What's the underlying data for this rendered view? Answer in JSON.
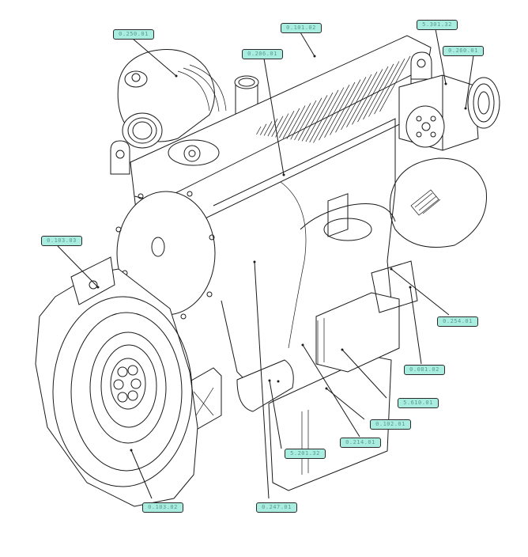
{
  "diagram": {
    "subject": "engine-assembly-exploded-callouts",
    "label_color": "#a9ece0",
    "callouts": [
      {
        "id": "c1",
        "text": "0.250.01",
        "part": "turbocharger"
      },
      {
        "id": "c2",
        "text": "0.101.02",
        "part": "valve-cover"
      },
      {
        "id": "c3",
        "text": "5.301.32",
        "part": "compressor-bracket"
      },
      {
        "id": "c4",
        "text": "0.260.01",
        "part": "ac-compressor"
      },
      {
        "id": "c5",
        "text": "0.206.01",
        "part": "fuel-filter-head"
      },
      {
        "id": "c6",
        "text": "0.103.03",
        "part": "flywheel-housing-bracket"
      },
      {
        "id": "c7",
        "text": "0.254.01",
        "part": "exhaust-manifold"
      },
      {
        "id": "c8",
        "text": "0.081.02",
        "part": "ecu-bracket"
      },
      {
        "id": "c9",
        "text": "5.610.01",
        "part": "engine-control-unit"
      },
      {
        "id": "c10",
        "text": "0.102.01",
        "part": "oil-pan"
      },
      {
        "id": "c11",
        "text": "0.214.01",
        "part": "fuel-pump"
      },
      {
        "id": "c12",
        "text": "5.201.32",
        "part": "starter-motor"
      },
      {
        "id": "c13",
        "text": "0.103.02",
        "part": "flywheel"
      },
      {
        "id": "c14",
        "text": "0.247.01",
        "part": "fuel-line"
      }
    ]
  }
}
